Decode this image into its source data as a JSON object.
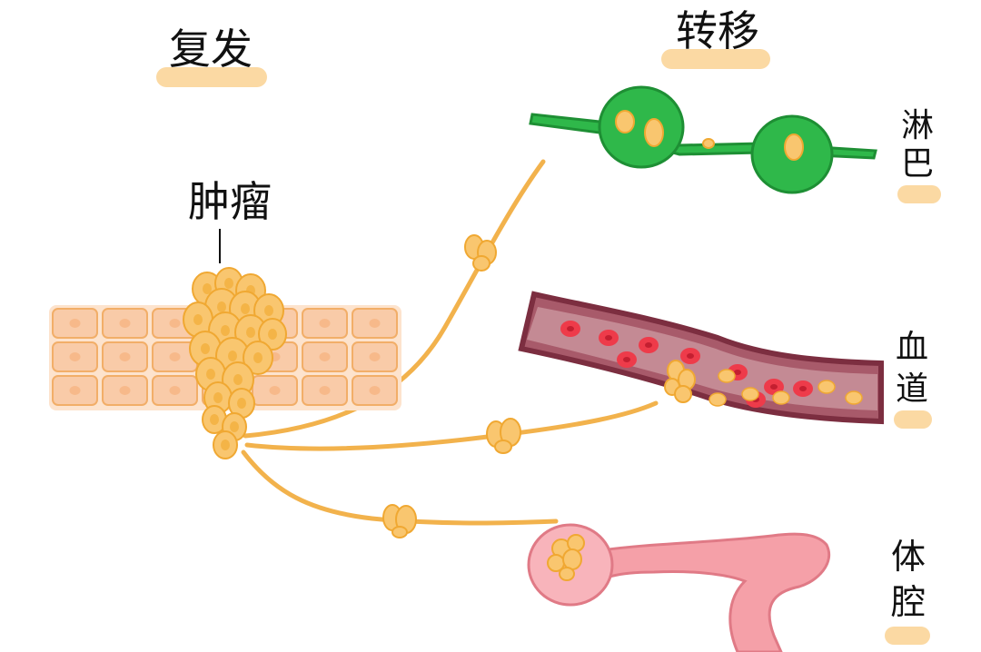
{
  "labels": {
    "recurrence": "复发",
    "metastasis": "转移",
    "tumor": "肿瘤",
    "lymph_line1": "淋",
    "lymph_line2": "巴",
    "blood_line1": "血",
    "blood_line2": "道",
    "cavity_line1": "体",
    "cavity_line2": "腔"
  },
  "colors": {
    "highlight": "#fbd9a3",
    "tumor_cell": "#f9c66f",
    "tumor_cell_stroke": "#f0a832",
    "tissue_cell": "#f9cba8",
    "tissue_cell_stroke": "#f2ae68",
    "pathway": "#f2b24c",
    "lymph": "#2fb84a",
    "lymph_dark": "#1e8f34",
    "vessel": "#a85a6a",
    "vessel_dark": "#7c2e40",
    "red_cell": "#ee3b4a",
    "cavity": "#f5a0a8",
    "text": "#111111"
  },
  "icons": {
    "tumor": "tumor-cluster-icon",
    "lymph": "lymph-node-icon",
    "vessel": "blood-vessel-icon",
    "cavity": "uterus-cavity-icon"
  }
}
